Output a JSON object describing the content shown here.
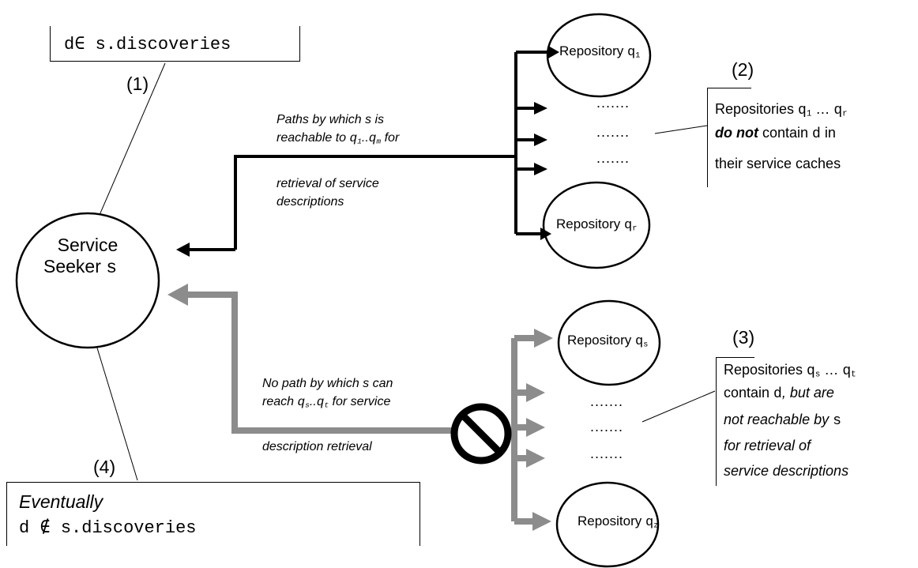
{
  "note1": {
    "label": "(1)",
    "text": "d∈  s.discoveries"
  },
  "note2": {
    "label": "(2)",
    "line1_prefix": "Repositories ",
    "line1_q1": "q",
    "line1_q1_sub": "1",
    "line1_mid": " … ",
    "line1_qr": "q",
    "line1_qr_sub": "r",
    "line2_bold": "do not",
    "line2_rest": " contain ",
    "line2_d": "d",
    "line2_end": " in",
    "line3": "their service caches"
  },
  "note3": {
    "label": "(3)",
    "line1_prefix": "Repositories ",
    "line1_qs": "q",
    "line1_qs_sub": "s",
    "line1_mid": " … ",
    "line1_qt": "q",
    "line1_qt_sub": "t",
    "line2_pre": "contain ",
    "line2_d": "d",
    "line2_italic": ", but are",
    "line3_italic": "not reachable by ",
    "line3_s": "s",
    "line4": "for retrieval of",
    "line5": "service descriptions"
  },
  "note4": {
    "label": "(4)",
    "line1": "Eventually",
    "line2": "d ∉ s.discoveries"
  },
  "seeker": {
    "line1": "Service",
    "line2": "Seeker ",
    "var": "s"
  },
  "repos": {
    "q1": {
      "label": "Repository ",
      "var": "q",
      "sub": "1"
    },
    "qr": {
      "label": "Repository ",
      "var": "q",
      "sub": "r"
    },
    "qs": {
      "label": "Repository ",
      "var": "q",
      "sub": "s"
    },
    "qz": {
      "label": "Repository ",
      "var": "q",
      "sub": "z"
    }
  },
  "dots": ".......",
  "path_text": {
    "line1": "Paths by which s is",
    "line2_pre": "reachable to ",
    "line2_q1": "q",
    "line2_q1_sub": "1",
    "line2_mid": "..",
    "line2_qm": "q",
    "line2_qm_sub": "m",
    "line2_end": " for",
    "line3": "retrieval of service",
    "line4": "descriptions"
  },
  "nopath_text": {
    "line1": "No path by which s can",
    "line2_pre": "reach ",
    "line2_qs": "q",
    "line2_qs_sub": "s",
    "line2_mid": "..",
    "line2_qt": "q",
    "line2_qt_sub": "t",
    "line2_end": " for service",
    "line3": "description retrieval"
  },
  "colors": {
    "black_path": "#000000",
    "gray_path": "#8c8c8c",
    "background": "#ffffff"
  }
}
